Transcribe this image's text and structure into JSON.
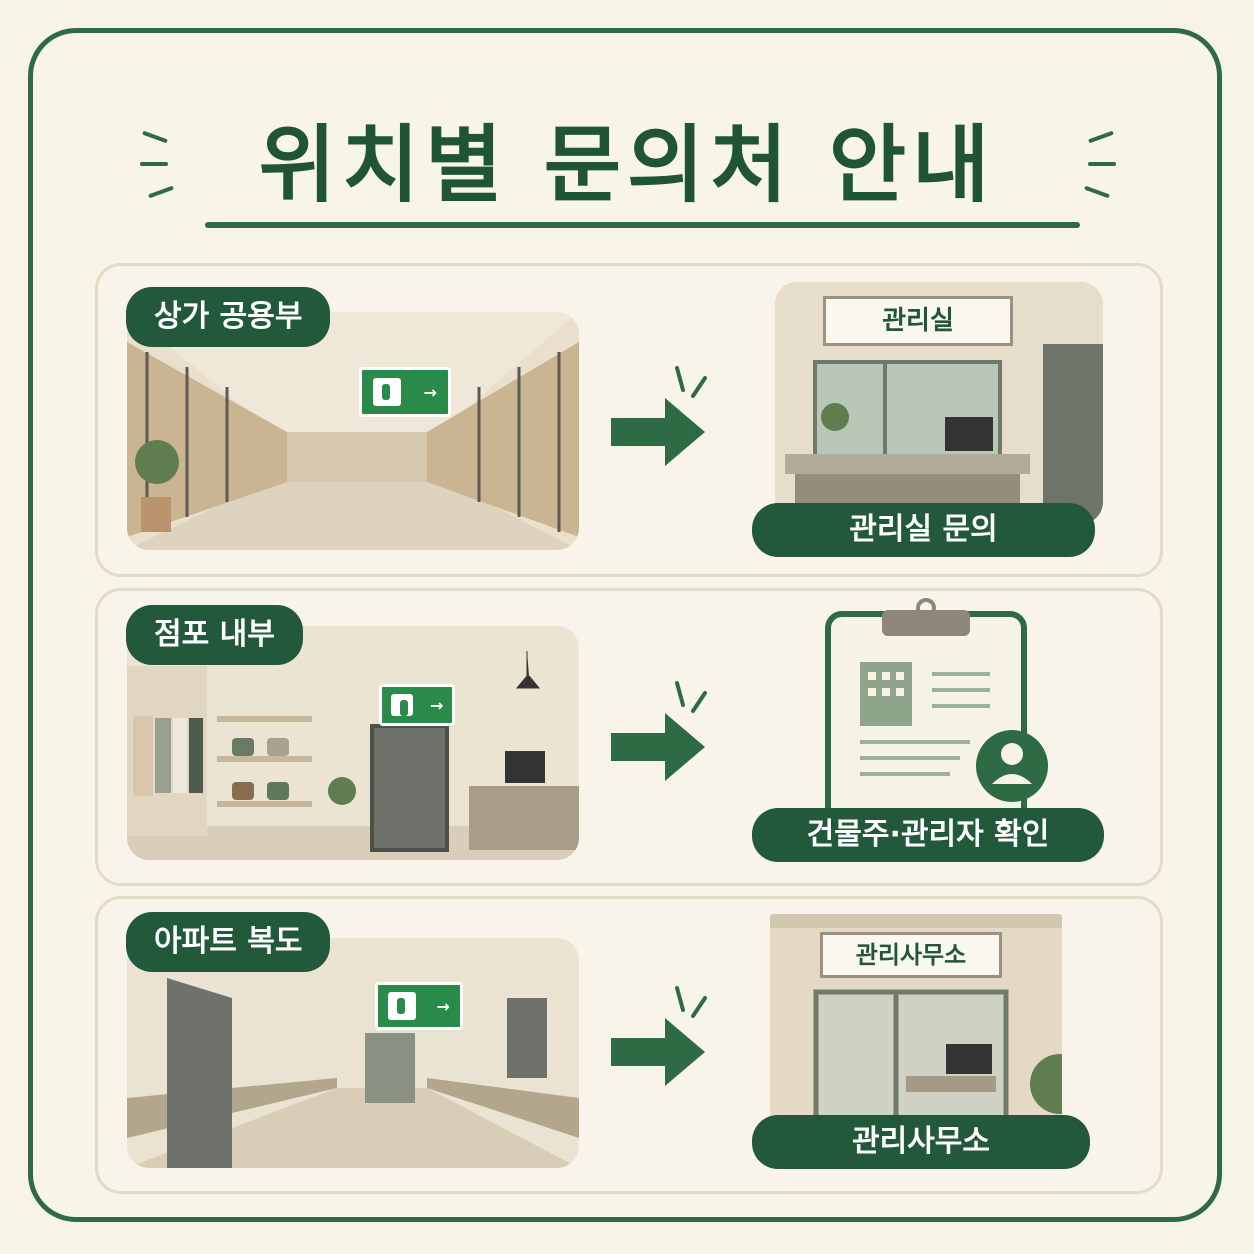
{
  "title": "위치별 문의처 안내",
  "rows": [
    {
      "location": "상가 공용부",
      "destination_sign": "관리실",
      "destination_label": "관리실 문의"
    },
    {
      "location": "점포 내부",
      "destination_label": "건물주·관리자 확인"
    },
    {
      "location": "아파트 복도",
      "destination_sign": "관리사무소",
      "destination_label": "관리사무소"
    }
  ],
  "colors": {
    "accent": "#22593a",
    "background": "#f8f3e7",
    "exit_sign": "#2a8a4a"
  },
  "icons": [
    "exit-sign-icon",
    "right-arrow-icon",
    "clipboard-icon",
    "building-icon",
    "person-icon"
  ]
}
